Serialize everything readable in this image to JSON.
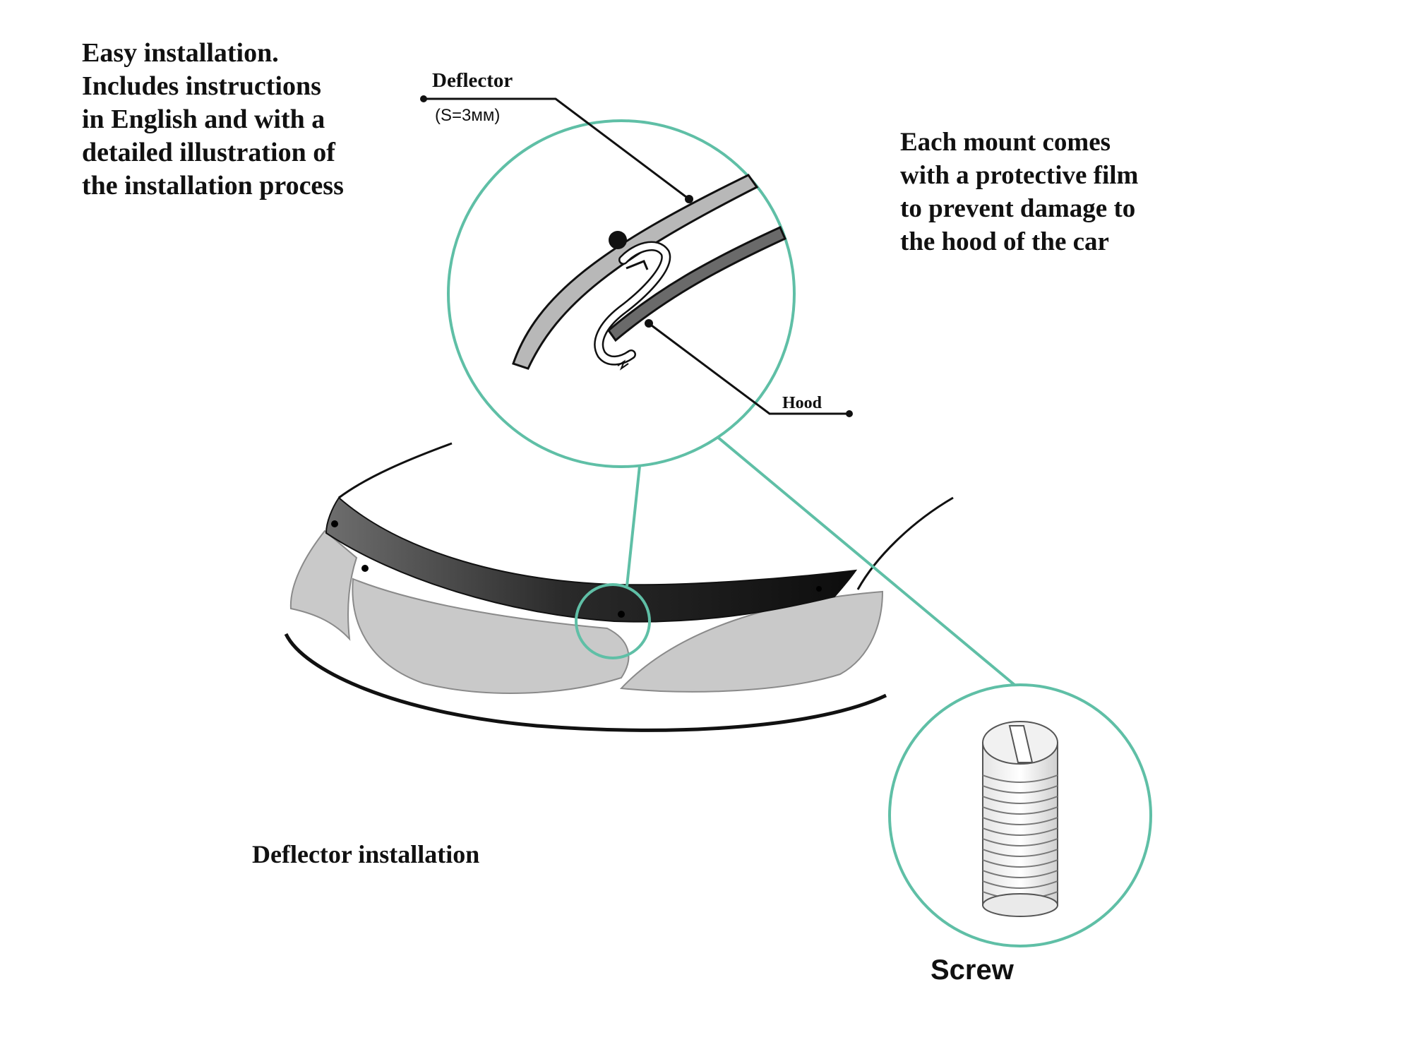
{
  "intro_text": {
    "line1": "Easy installation.",
    "line2": "Includes instructions",
    "line3": "in English and with a",
    "line4": "detailed illustration of",
    "line5": "the installation process"
  },
  "mount_text": {
    "line1": "Each mount comes",
    "line2": "with a protective film",
    "line3": "to prevent damage to",
    "line4": "the hood of the car"
  },
  "callouts": {
    "deflector": "Deflector",
    "deflector_spec": "(S=3мм)",
    "hood": "Hood",
    "screw": "Screw"
  },
  "caption": "Deflector installation",
  "colors": {
    "callout_circle": "#5fbfa6",
    "deflector_dark": "#1f1f1f",
    "panel_gray": "#c9c9c9",
    "outline": "#111111"
  }
}
